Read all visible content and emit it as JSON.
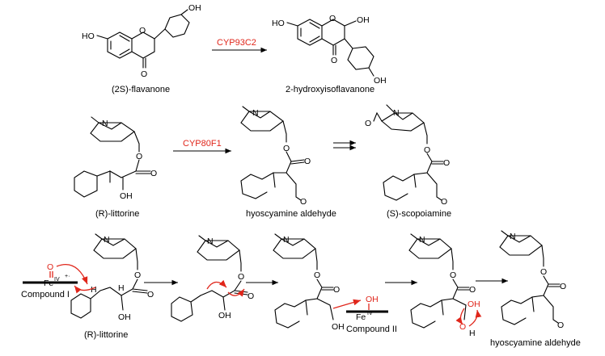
{
  "row1": {
    "substrate_label": "(2S)-flavanone",
    "enzyme": "CYP93C2",
    "product_label": "2-hydroxyisoflavanone",
    "atoms": {
      "ho_left": "HO",
      "oh_right": "OH",
      "ring_o": "O",
      "keto_o": "O",
      "prod_ho": "HO",
      "prod_oh": "OH",
      "prod_ring_o": "O",
      "prod_keto_o": "O",
      "prod_oh_b": "OH"
    }
  },
  "row2": {
    "substrate_label": "(R)-littorine",
    "enzyme": "CYP80F1",
    "middle_label": "hyoscyamine aldehyde",
    "product_label": "(S)-scopoiamine",
    "atoms": {
      "n": "N",
      "oh": "OH",
      "o": "O",
      "ald_o": "O",
      "epox_o": "O"
    }
  },
  "row3": {
    "compound1": "Compound I",
    "compound2": "Compound II",
    "fe": "Fe",
    "fe_ox": "IV",
    "radical": "+·",
    "substrate_label": "(R)-littorine",
    "product_label": "hyoscyamine aldehyde",
    "atoms": {
      "h": "H",
      "oh": "OH",
      "o": "O",
      "n": "N"
    }
  },
  "colors": {
    "accent": "#e0261b",
    "ink": "#000000"
  }
}
